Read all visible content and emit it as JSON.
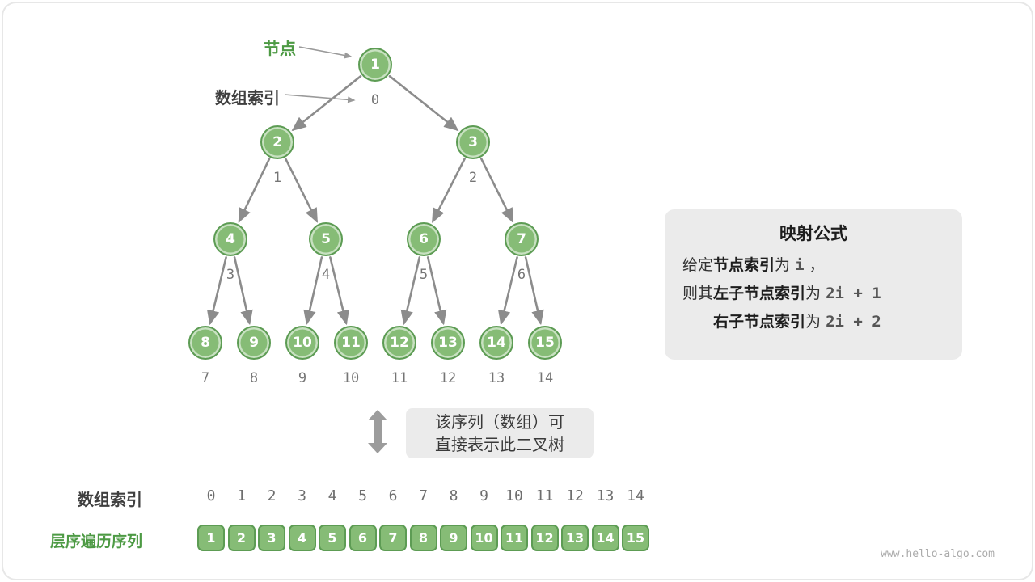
{
  "meta": {
    "watermark": "www.hello-algo.com"
  },
  "annotations": {
    "node_label": "节点",
    "array_index_label": "数组索引"
  },
  "tree": {
    "nodes": [
      {
        "value": "1",
        "index": "0"
      },
      {
        "value": "2",
        "index": "1"
      },
      {
        "value": "3",
        "index": "2"
      },
      {
        "value": "4",
        "index": "3"
      },
      {
        "value": "5",
        "index": "4"
      },
      {
        "value": "6",
        "index": "5"
      },
      {
        "value": "7",
        "index": "6"
      },
      {
        "value": "8",
        "index": "7"
      },
      {
        "value": "9",
        "index": "8"
      },
      {
        "value": "10",
        "index": "9"
      },
      {
        "value": "11",
        "index": "10"
      },
      {
        "value": "12",
        "index": "11"
      },
      {
        "value": "13",
        "index": "12"
      },
      {
        "value": "14",
        "index": "13"
      },
      {
        "value": "15",
        "index": "14"
      }
    ]
  },
  "formula": {
    "title": "映射公式",
    "line1": {
      "pre": "给定",
      "bold": "节点索引",
      "mid": "为 ",
      "code": "i",
      "tail": " ，"
    },
    "line2": {
      "pre": "则其",
      "bold": "左子节点索引",
      "mid": "为 ",
      "code": "2i + 1",
      "tail": ""
    },
    "line3": {
      "pre": "",
      "bold": "右子节点索引",
      "mid": "为 ",
      "code": "2i + 2",
      "tail": ""
    }
  },
  "note": {
    "line1": "该序列（数组）可",
    "line2": "直接表示此二叉树"
  },
  "bottom": {
    "index_label": "数组索引",
    "sequence_label": "层序遍历序列",
    "indices": [
      "0",
      "1",
      "2",
      "3",
      "4",
      "5",
      "6",
      "7",
      "8",
      "9",
      "10",
      "11",
      "12",
      "13",
      "14"
    ],
    "values": [
      "1",
      "2",
      "3",
      "4",
      "5",
      "6",
      "7",
      "8",
      "9",
      "10",
      "11",
      "12",
      "13",
      "14",
      "15"
    ]
  },
  "colors": {
    "node_green": "#86BC76",
    "node_border": "#5D9C54",
    "label_green": "#4D9A44",
    "arrow_gray": "#8C8C8C",
    "box_gray": "#EBEBEB"
  }
}
